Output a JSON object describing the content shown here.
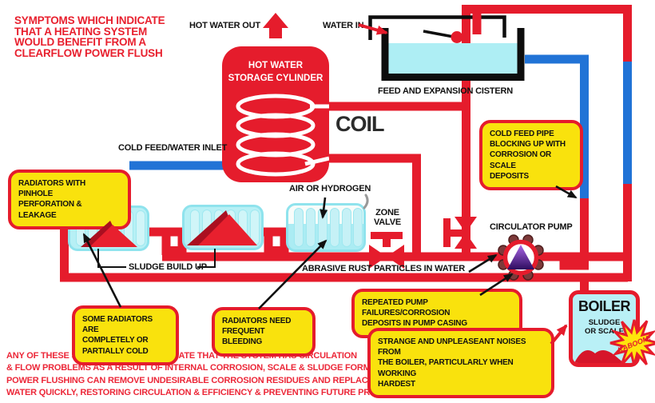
{
  "title": "SYMPTOMS WHICH INDICATE\nTHAT A HEATING SYSTEM\nWOULD BENEFIT FROM A\nCLEARFLOW POWER FLUSH",
  "labels": {
    "hot_water_out": "HOT WATER OUT",
    "water_in": "WATER IN",
    "feed_cistern": "FEED AND EXPANSION CISTERN",
    "coil": "COIL",
    "cold_feed_inlet": "COLD FEED/WATER INLET",
    "air_or_hydrogen": "AIR OR HYDROGEN",
    "zone_valve": "ZONE\nVALVE",
    "circulator_pump": "CIRCULATOR PUMP",
    "abrasive_rust": "ABRASIVE RUST PARTICLES IN WATER",
    "sludge_build_up": "SLUDGE BUILD UP"
  },
  "cylinder": {
    "label": "HOT WATER\nSTORAGE CYLINDER"
  },
  "boiler": {
    "title": "BOILER",
    "subtitle": "SLUDGE\nOR SCALE",
    "kaboom": "KABOOM!"
  },
  "callouts": {
    "pinhole": "RADIATORS WITH PINHOLE\nPERFORATION & LEAKAGE",
    "cold_feed_blocking": "COLD FEED PIPE\nBLOCKING UP WITH\nCORROSION OR SCALE\nDEPOSITS",
    "radiators_cold": "SOME RADIATORS ARE\nCOMPLETELY OR\nPARTIALLY COLD",
    "frequent_bleeding": "RADIATORS NEED\nFREQUENT BLEEDING",
    "pump_failures": "REPEATED PUMP FAILURES/CORROSION\nDEPOSITS IN PUMP CASING",
    "boiler_noises": "STRANGE AND UNPLEASEANT NOISES FROM\nTHE BOILER, PARTICULARLY WHEN WORKING\nHARDEST"
  },
  "footer": "ANY OF THESE SYMPTOMS COULD INDICATE THAT THE SYSTEM HAS CIRCULATION\n& FLOW PROBLEMS AS A RESULT OF INTERNAL CORROSION, SCALE & SLUDGE FORMATION.\nPOWER FLUSHING CAN REMOVE UNDESIRABLE CORROSION RESIDUES AND REPLACE AGGRESSIVE\nWATER QUICKLY, RESTORING CIRCULATION & EFFICIENCY  & PREVENTING FUTURE PROBLEMS",
  "colors": {
    "pipe_red": "#e51c2c",
    "cold_blue": "#2173d6",
    "water_cyan": "#aeeef4",
    "callout_yellow": "#f9e20d",
    "pump_purple": "#5b1a9e",
    "heading_red": "#e8202e"
  }
}
